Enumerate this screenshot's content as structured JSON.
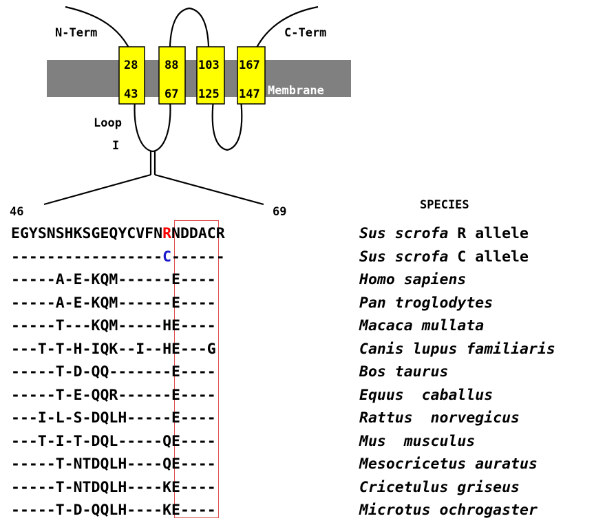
{
  "topology": {
    "n_term_label": "N-Term",
    "c_term_label": "C-Term",
    "membrane_label": "Membrane",
    "loop_label_line1": "Loop",
    "loop_label_line2": "I",
    "membrane_color": "#808080",
    "segment_color": "#ffff00",
    "segments": [
      {
        "top": "28",
        "bottom": "43"
      },
      {
        "top": "88",
        "bottom": "67"
      },
      {
        "top": "103",
        "bottom": "125"
      },
      {
        "top": "167",
        "bottom": "147"
      }
    ]
  },
  "alignment": {
    "start_position": "46",
    "end_position": "69",
    "species_header": "SPECIES",
    "highlight_color": "#e05050",
    "rows": [
      {
        "pre": "EGYSNSHKSGEQYCVFN",
        "mark": "R",
        "mark_color": "#ff0000",
        "post": "NDDACR",
        "species": "Sus scrofa",
        "suffix": " R allele"
      },
      {
        "pre": "-----------------",
        "mark": "C",
        "mark_color": "#1a1acc",
        "post": "------",
        "species": "Sus scrofa",
        "suffix": " C allele"
      },
      {
        "pre": "-----A-E-KQM-----",
        "mark": "-",
        "mark_color": "",
        "post": "E----",
        "species": "Homo sapiens",
        "suffix": ""
      },
      {
        "pre": "-----A-E-KQM-----",
        "mark": "-",
        "mark_color": "",
        "post": "E----",
        "species": "Pan troglodytes",
        "suffix": ""
      },
      {
        "pre": "-----T---KQM-----",
        "mark": "H",
        "mark_color": "",
        "post": "E----",
        "species": "Macaca mullata",
        "suffix": ""
      },
      {
        "pre": "---T-T-H-IQK--I--",
        "mark": "H",
        "mark_color": "",
        "post": "E---G",
        "species": "Canis lupus familiaris",
        "suffix": ""
      },
      {
        "pre": "-----T-D-QQ------",
        "mark": "-",
        "mark_color": "",
        "post": "E----",
        "species": "Bos taurus",
        "suffix": ""
      },
      {
        "pre": "-----T-E-QQR-----",
        "mark": "-",
        "mark_color": "",
        "post": "E----",
        "species": "Equus  caballus",
        "suffix": ""
      },
      {
        "pre": "---I-L-S-DQLH----",
        "mark": "-",
        "mark_color": "",
        "post": "E----",
        "species": "Rattus  norvegicus",
        "suffix": ""
      },
      {
        "pre": "---T-I-T-DQL-----",
        "mark": "Q",
        "mark_color": "",
        "post": "E----",
        "species": "Mus  musculus",
        "suffix": ""
      },
      {
        "pre": "-----T-NTDQLH----",
        "mark": "Q",
        "mark_color": "",
        "post": "E----",
        "species": "Mesocricetus auratus",
        "suffix": ""
      },
      {
        "pre": "-----T-NTDQLH----",
        "mark": "K",
        "mark_color": "",
        "post": "E----",
        "species": "Cricetulus griseus",
        "suffix": ""
      },
      {
        "pre": "-----T-D-QQLH----",
        "mark": "K",
        "mark_color": "",
        "post": "E----",
        "species": "Microtus ochrogaster",
        "suffix": ""
      }
    ]
  }
}
